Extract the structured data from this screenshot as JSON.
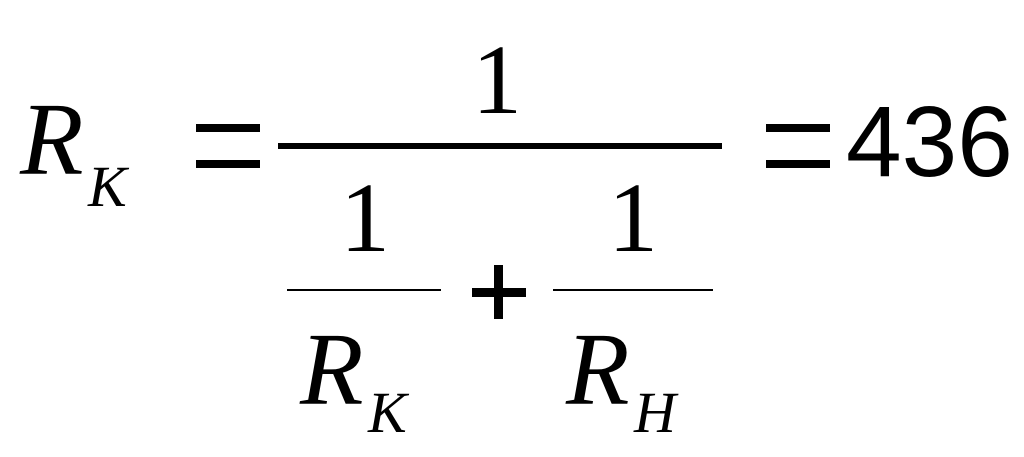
{
  "formula": {
    "lhs": {
      "symbol": "R",
      "subscript": "K"
    },
    "equals_1": "=",
    "fraction": {
      "numerator": "1",
      "denominator": {
        "term1": {
          "numerator": "1",
          "symbol": "R",
          "subscript": "K"
        },
        "plus": "+",
        "term2": {
          "numerator": "1",
          "symbol": "R",
          "subscript": "H"
        }
      }
    },
    "equals_2": "=",
    "result": "436"
  }
}
